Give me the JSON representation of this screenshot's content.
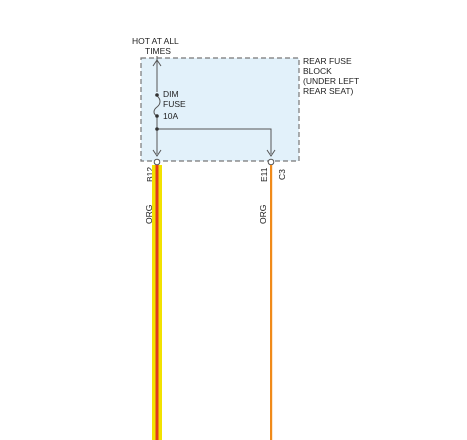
{
  "labels": {
    "power_source_line1": "HOT AT ALL",
    "power_source_line2": "TIMES",
    "fuse_block_line1": "REAR FUSE",
    "fuse_block_line2": "BLOCK",
    "fuse_block_line3": "(UNDER LEFT",
    "fuse_block_line4": "REAR SEAT)",
    "fuse_name_line1": "DIM",
    "fuse_name_line2": "FUSE",
    "fuse_rating": "10A",
    "pin_left": "B12",
    "pin_right": "E11",
    "connector_id": "C3",
    "wire_left_color_code": "ORG",
    "wire_right_color_code": "ORG"
  },
  "colors": {
    "fuse_block_fill": "#e2f1fa",
    "fuse_block_border": "#777777",
    "wire_left_outer": "#f2e200",
    "wire_left_core": "#e03a1e",
    "wire_right": "#f08a1a",
    "circuit_line": "#555555"
  }
}
